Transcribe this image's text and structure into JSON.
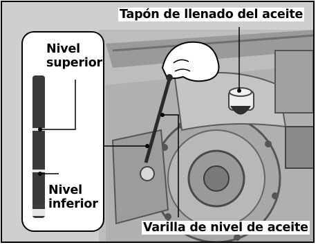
{
  "labels": {
    "oil_fill_cap": "Tapón de llenado del aceite",
    "dipstick": "Varilla de nivel de aceite",
    "upper_level_line1": "Nivel",
    "upper_level_line2": "superior",
    "lower_level_line1": "Nivel",
    "lower_level_line2": "inferior"
  },
  "colors": {
    "background": "#e6e6e6",
    "engine_dark": "#3a3a3a",
    "engine_mid": "#8a8a8a",
    "engine_light": "#c8c8c8",
    "text": "#000000"
  }
}
